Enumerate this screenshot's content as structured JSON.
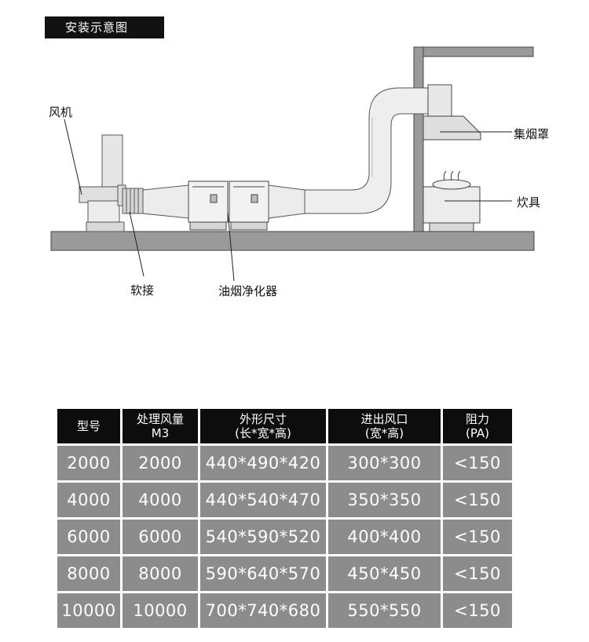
{
  "header": {
    "title": "安装示意图"
  },
  "diagram": {
    "labels": {
      "fan": "风机",
      "soft_joint": "软接",
      "purifier": "油烟净化器",
      "hood": "集烟罩",
      "stove": "炊具"
    }
  },
  "table": {
    "headers": [
      {
        "line1": "型号",
        "line2": ""
      },
      {
        "line1": "处理风量",
        "line2": "M3"
      },
      {
        "line1": "外形尺寸",
        "line2": "(长*宽*高)"
      },
      {
        "line1": "进出风口",
        "line2": "(宽*高)"
      },
      {
        "line1": "阻力",
        "line2": "(PA)"
      }
    ],
    "rows": [
      [
        "2000",
        "2000",
        "440*490*420",
        "300*300",
        "<150"
      ],
      [
        "4000",
        "4000",
        "440*540*470",
        "350*350",
        "<150"
      ],
      [
        "6000",
        "6000",
        "540*590*520",
        "400*400",
        "<150"
      ],
      [
        "8000",
        "8000",
        "590*640*570",
        "450*450",
        "<150"
      ],
      [
        "10000",
        "10000",
        "700*740*680",
        "550*550",
        "<150"
      ]
    ]
  }
}
